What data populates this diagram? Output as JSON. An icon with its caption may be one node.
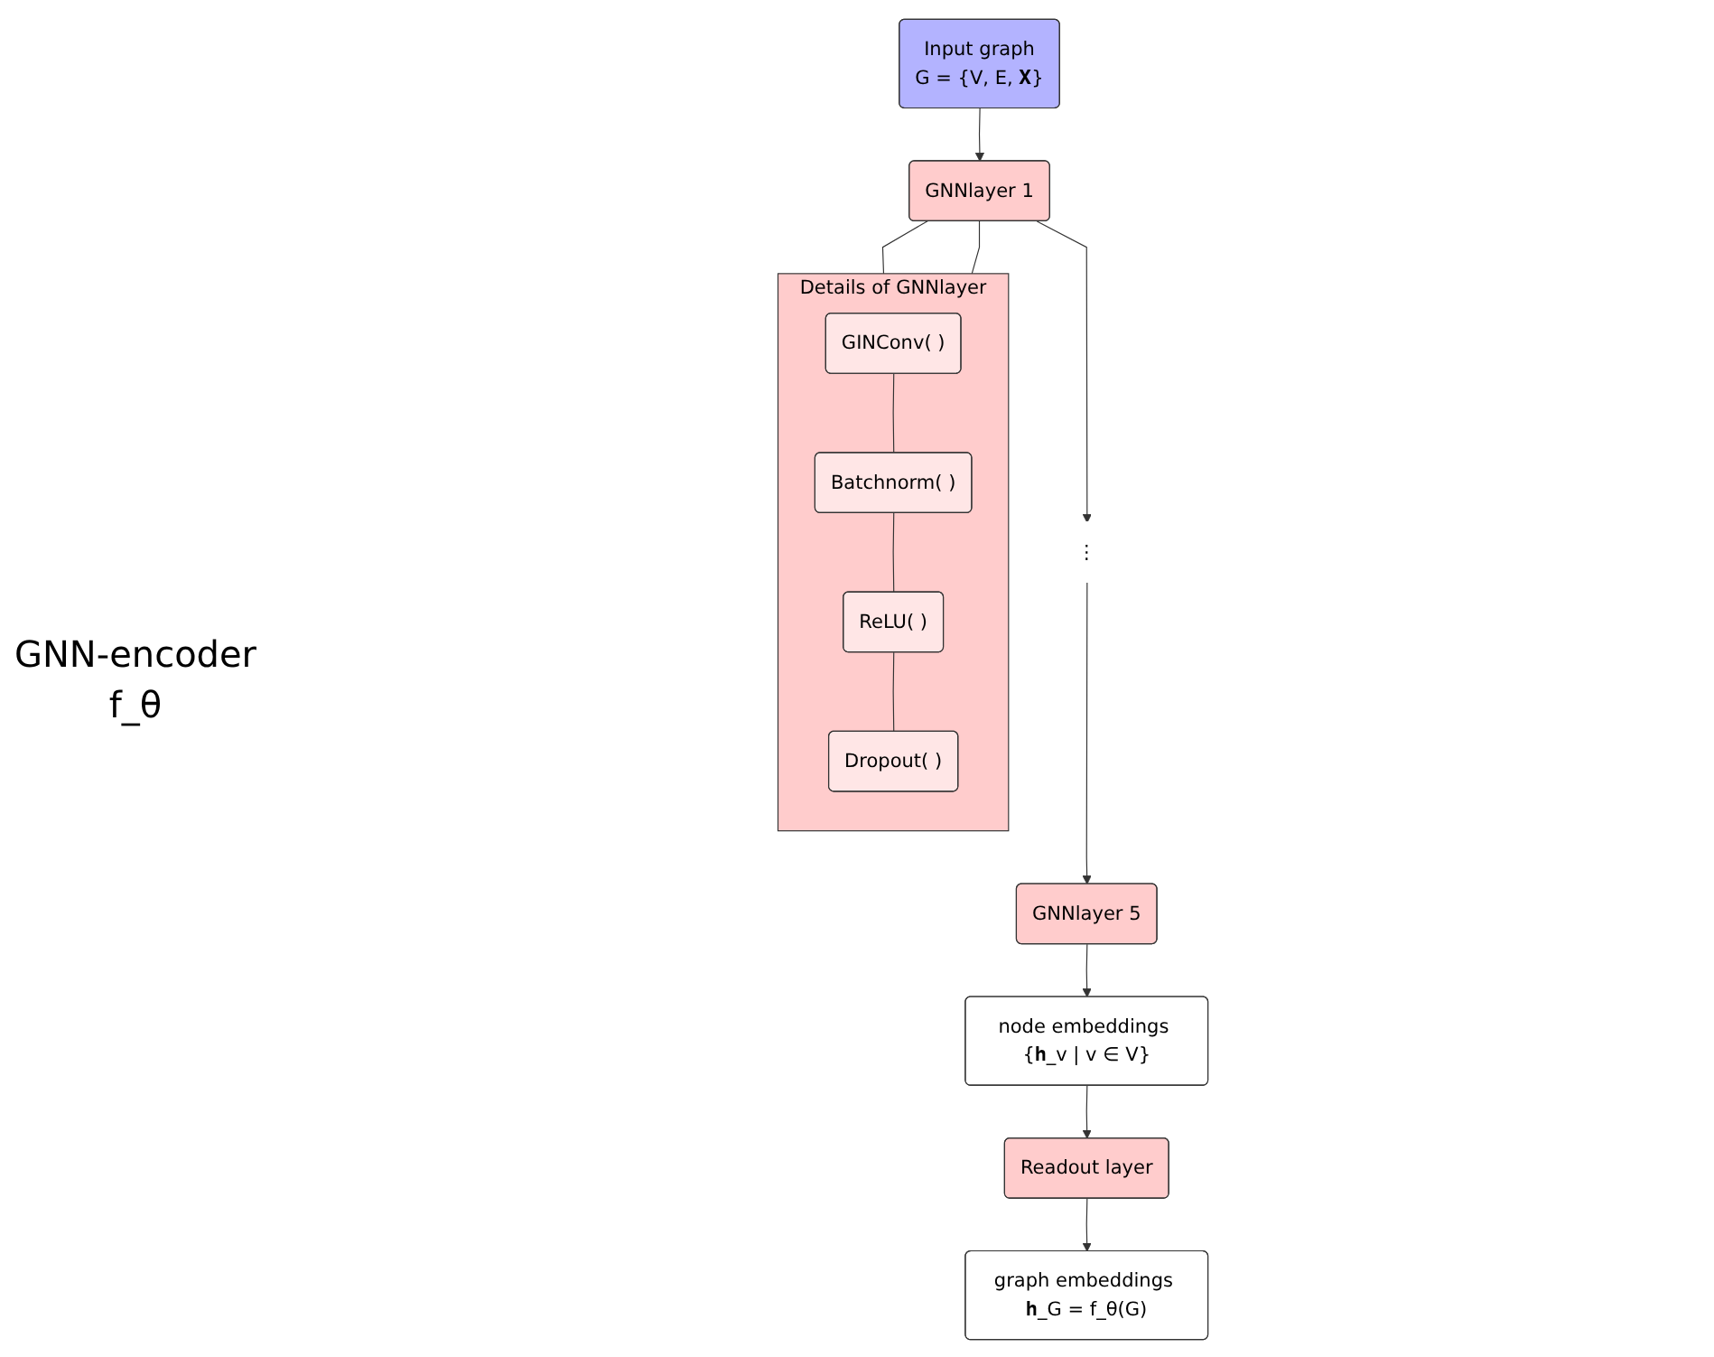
{
  "diagram": {
    "nodes": [
      {
        "text": [
          "Input graph",
          "G = {V, E, 𝐗}"
        ]
      },
      {
        "text": [
          "GNNlayer 1"
        ]
      },
      {
        "text": [
          "⋮"
        ]
      },
      {
        "text": [
          "GNNlayer 5"
        ]
      },
      {
        "text": [
          "Readout layer"
        ]
      },
      {
        "text": [
          "node embeddings {𝐡_v | v ∈ V}"
        ]
      },
      {
        "text": [
          "graph embeddings 𝐡_G = f_θ(G)"
        ]
      },
      {
        "text": [
          "Details of GNNlayer"
        ]
      },
      {
        "text": [
          "GINConv( )"
        ],
        "in": 7
      },
      {
        "text": [
          "Batchnorm( )"
        ],
        "in": 7
      },
      {
        "text": [
          "ReLU( )"
        ],
        "in": 7
      },
      {
        "text": [
          "Dropout( )"
        ],
        "in": 7
      }
    ],
    "edges": [
      {
        "from": 0,
        "to": 1,
        "arrow": "to"
      },
      {
        "from": 1,
        "to": 2,
        "arrow": "to"
      },
      {
        "from": 2,
        "to": 3,
        "arrow": "to"
      },
      {
        "from": 3,
        "to": 5,
        "arrow": "to"
      },
      {
        "from": 5,
        "to": 4,
        "arrow": "to"
      },
      {
        "from": 4,
        "to": 6,
        "arrow": "to"
      },
      {
        "from": 1,
        "to": 7,
        "arrow": "none"
      },
      {
        "from": 1,
        "to": 7,
        "arrow": "none"
      },
      {
        "from": 8,
        "to": 9,
        "arrow": "none"
      },
      {
        "from": 9,
        "to": 10,
        "arrow": "none"
      },
      {
        "from": 10,
        "to": 11,
        "arrow": "none"
      }
    ],
    "labels": [
      "GNN-encoder",
      "f_θ"
    ]
  }
}
